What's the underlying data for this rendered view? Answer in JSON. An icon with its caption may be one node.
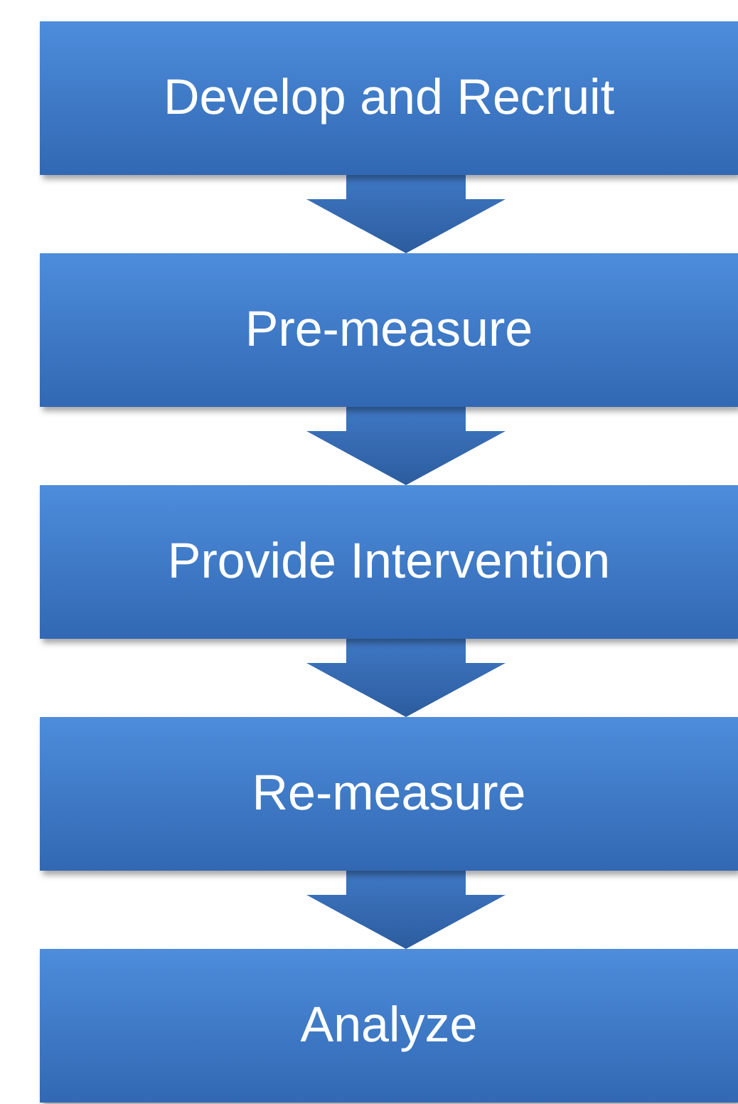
{
  "diagram": {
    "nodes": [
      {
        "text": [
          "Develop and Recruit"
        ]
      },
      {
        "text": [
          "Pre-measure"
        ]
      },
      {
        "text": [
          "Provide Intervention"
        ]
      },
      {
        "text": [
          "Re-measure"
        ]
      },
      {
        "text": [
          "Analyze"
        ]
      }
    ],
    "edges": [
      {
        "from": 0,
        "to": 1,
        "arrow": "to"
      },
      {
        "from": 1,
        "to": 2,
        "arrow": "to"
      },
      {
        "from": 2,
        "to": 3,
        "arrow": "to"
      },
      {
        "from": 3,
        "to": 4,
        "arrow": "to"
      }
    ]
  }
}
